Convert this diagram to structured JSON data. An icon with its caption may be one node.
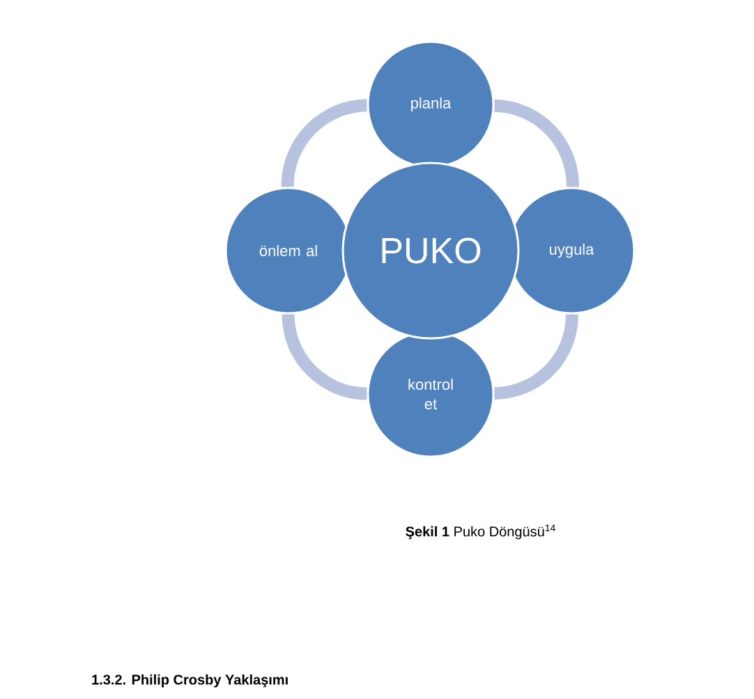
{
  "diagram": {
    "caption": "**Şekil 1** Puko Döngüsü$^{14}$",
    "nodes": [
      {
        "text": [
          "planla"
        ]
      },
      {
        "text": [
          "uygula"
        ]
      },
      {
        "text": [
          "kontrol et"
        ]
      },
      {
        "text": [
          "önlem al"
        ]
      },
      {
        "text": [
          "PUKO"
        ]
      }
    ],
    "edges": [
      {
        "from": 0,
        "to": 1,
        "arrow": "none"
      },
      {
        "from": 1,
        "to": 2,
        "arrow": "none"
      },
      {
        "from": 2,
        "to": 3,
        "arrow": "none"
      },
      {
        "from": 3,
        "to": 0,
        "arrow": "none"
      }
    ],
    "labels": [
      "1.3.2. Philip Crosby Yaklaşımı"
    ]
  }
}
